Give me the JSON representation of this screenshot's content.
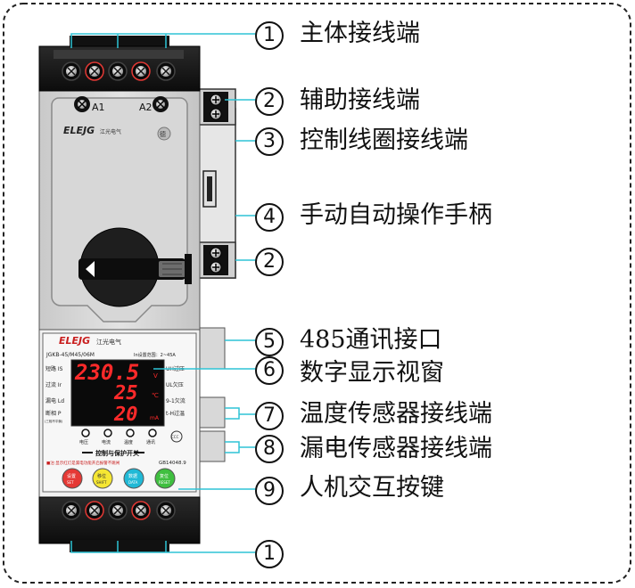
{
  "device": {
    "terminal_a1": "A1",
    "terminal_a2": "A2",
    "brand_upper": "ELEJG",
    "brand_upper_cn": "江光电气",
    "brand_badge": "德",
    "panel_brand": "ELEJG",
    "panel_brand_cn": "江光电气",
    "model": "JGKB-45/M45/06M",
    "range": "In设置范围：2~45A",
    "left_labels": [
      "短路 IS",
      "过流 Ir",
      "漏电 Ld",
      "断相 P"
    ],
    "left_sublabel": "(三相不平衡)",
    "right_labels": [
      "UH过压",
      "UL欠压",
      "9-1欠流",
      "t-H过温"
    ],
    "display": {
      "line1": "230.5",
      "unit1": "V",
      "line2": "25",
      "unit2": "℃",
      "line3": "20",
      "unit3": "mA"
    },
    "indicators": [
      "电压",
      "电流",
      "温度",
      "通讯"
    ],
    "ccc_mark": "CCC",
    "product_name": "控制与保护开关",
    "standard": "GB14048.9",
    "note": "■注:显示红灯是漏电功能开启报警不跳闸",
    "buttons": [
      {
        "cn": "设置",
        "en": "SET",
        "color": "#e53935"
      },
      {
        "cn": "移位",
        "en": "SHIFT",
        "color": "#f5e633"
      },
      {
        "cn": "数据",
        "en": "DATA",
        "color": "#21b9d6"
      },
      {
        "cn": "复位",
        "en": "RESET",
        "color": "#3fbf3f"
      }
    ]
  },
  "annotations": [
    {
      "num": "1",
      "label": "主体接线端"
    },
    {
      "num": "2",
      "label": "辅助接线端"
    },
    {
      "num": "3",
      "label": "控制线圈接线端"
    },
    {
      "num": "4",
      "label": "手动自动操作手柄"
    },
    {
      "num": "2",
      "label": ""
    },
    {
      "num": "5",
      "label": "485通讯接口"
    },
    {
      "num": "6",
      "label": "数字显示视窗"
    },
    {
      "num": "7",
      "label": "温度传感器接线端"
    },
    {
      "num": "8",
      "label": "漏电传感器接线端"
    },
    {
      "num": "9",
      "label": "人机交互按键"
    },
    {
      "num": "1",
      "label": ""
    }
  ]
}
